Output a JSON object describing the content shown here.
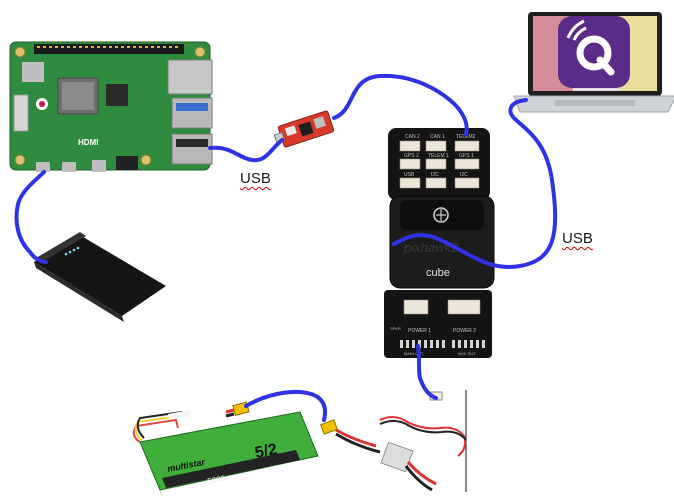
{
  "colors": {
    "cable": "#2f33e6",
    "pi_board": "#2e8b3c",
    "pixhawk_body": "#141414",
    "battery": "#3fae3a",
    "converter": "#d83a2a",
    "qgc_tile": "#5b2b8a",
    "laptop": "#c9ccd1"
  },
  "labels": {
    "usb_left": "USB",
    "usb_right": "USB"
  },
  "raspberry_pi": {
    "icon": "raspberry-pi-board",
    "text_hdmi": "HDMI"
  },
  "pixhawk": {
    "icon": "pixhawk-cube-flight-controller",
    "brand_text": "pixhawk2",
    "cube_text": "cube",
    "port_labels": [
      "CAN 2",
      "CAN 1",
      "TELEM2",
      "GPS 2",
      "TELEM 1",
      "GPS 1",
      "USB",
      "I2C",
      "I2C",
      "SPKR",
      "POWER 1",
      "POWER 2",
      "MAIN OUT",
      "AUX OUT"
    ]
  },
  "laptop": {
    "icon": "laptop-with-qgroundcontrol-icon"
  },
  "power_bank": {
    "icon": "usb-power-bank"
  },
  "battery": {
    "icon": "lipo-battery",
    "brand_text": "multistar",
    "cells_text": "5/2",
    "capacity_text": "5200"
  },
  "power_module": {
    "icon": "power-module-with-xt60"
  },
  "converter": {
    "icon": "dc-dc-step-down-converter"
  }
}
